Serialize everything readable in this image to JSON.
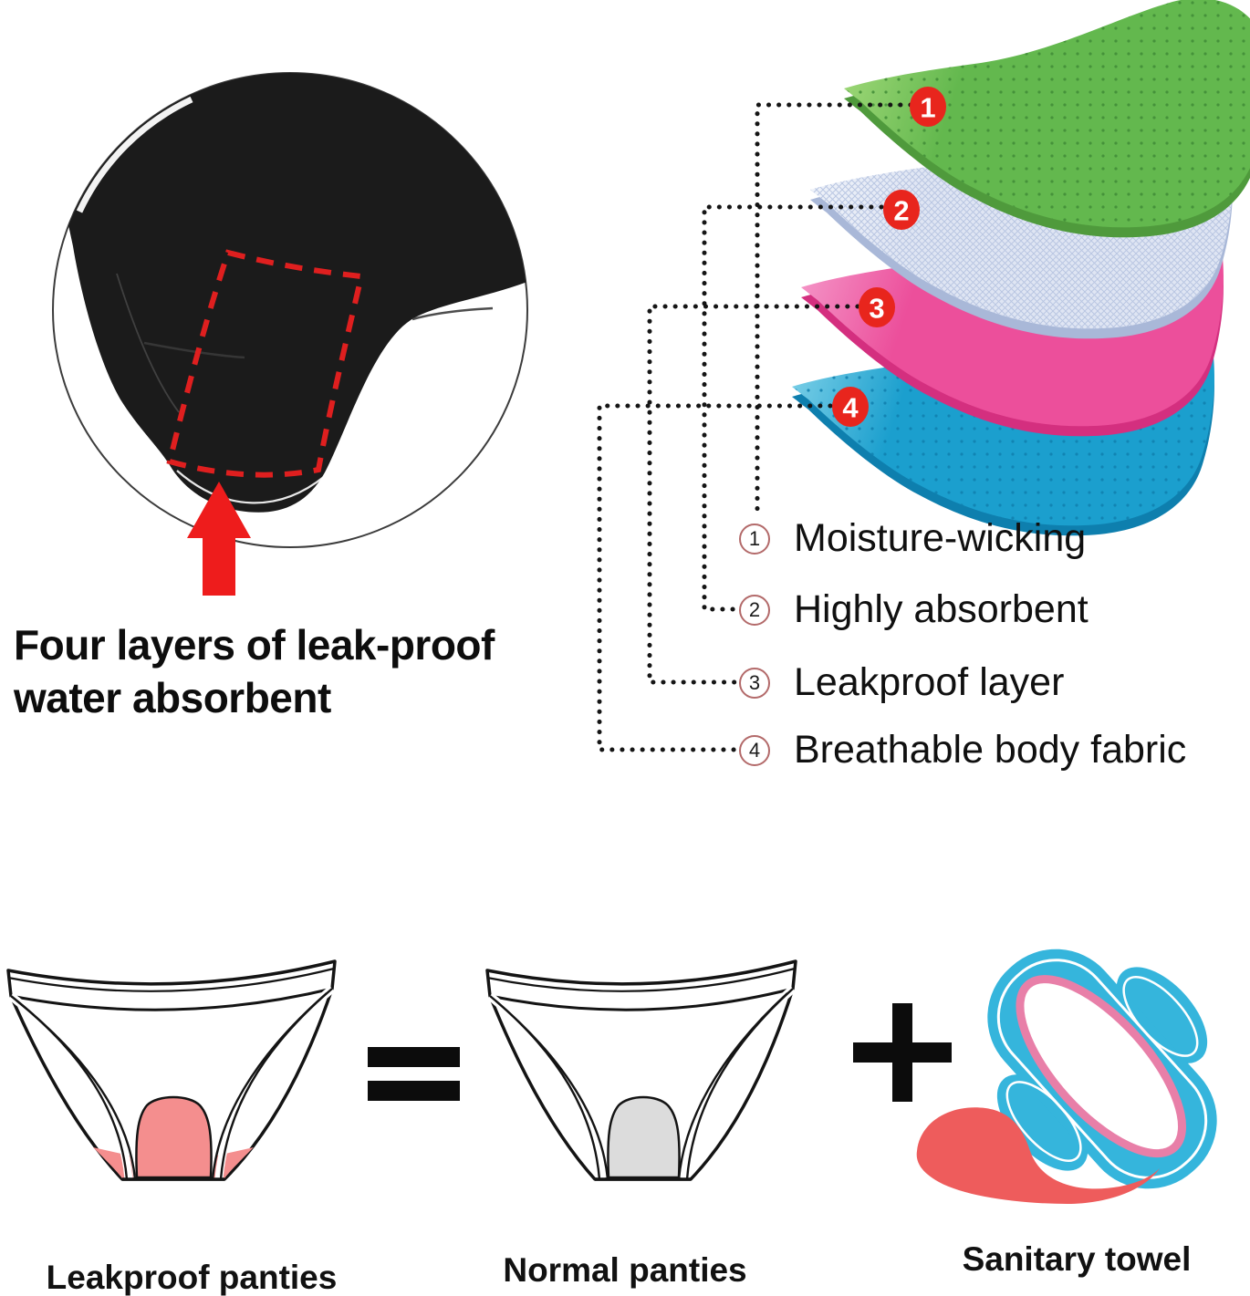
{
  "headline": {
    "line1": "Four layers of leak-proof",
    "line2": "water absorbent"
  },
  "layers": [
    {
      "num": "1",
      "label": "Moisture-wicking",
      "color": "#63b84e",
      "tip": "#a9dd7f",
      "edge": "#4f9a3c"
    },
    {
      "num": "2",
      "label": "Highly absorbent",
      "color": "#dfe5f3",
      "tip": "#f3f6fb",
      "edge": "#a9b8d8"
    },
    {
      "num": "3",
      "label": "Leakproof layer",
      "color": "#ec4f9b",
      "tip": "#f6a3d0",
      "edge": "#d42f7f"
    },
    {
      "num": "4",
      "label": "Breathable body fabric",
      "color": "#1b9fce",
      "tip": "#8ed9ec",
      "edge": "#0e7fae"
    }
  ],
  "badge_color": "#e8251d",
  "legend_circle_color": "#b36a6a",
  "closeup": {
    "highlight_color": "#df1f1f",
    "arrow_color": "#ee1c1c",
    "fabric_color": "#1b1b1b",
    "ring_color": "#3c3c3c"
  },
  "comparison": {
    "left_label": "Leakproof panties",
    "equals_sign": "=",
    "middle_label": "Normal panties",
    "plus_sign": "+",
    "right_label": "Sanitary towel",
    "gusset_pink": "#f48e8e",
    "gusset_gray": "#dcdcdc",
    "outline_color": "#141414",
    "operator_color": "#0c0c0c",
    "pad_blue": "#35b5dc",
    "pad_rim_pink": "#e87fa8",
    "pad_red": "#ee5c5c"
  },
  "connector_color": "#151515"
}
